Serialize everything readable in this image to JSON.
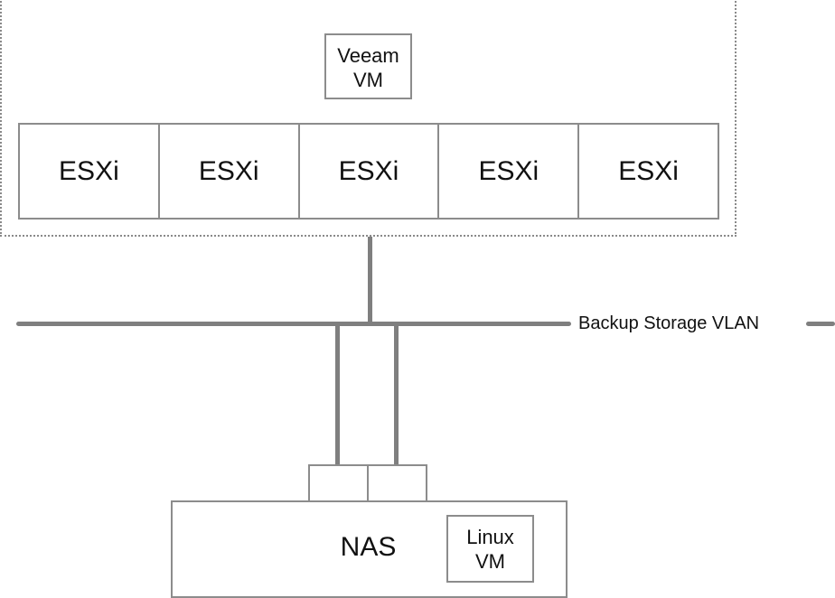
{
  "veeam_vm": {
    "label": "Veeam\nVM"
  },
  "esxi_hosts": [
    {
      "label": "ESXi"
    },
    {
      "label": "ESXi"
    },
    {
      "label": "ESXi"
    },
    {
      "label": "ESXi"
    },
    {
      "label": "ESXi"
    }
  ],
  "network": {
    "label": "Backup Storage VLAN"
  },
  "nas": {
    "label": "NAS"
  },
  "linux_vm": {
    "label": "Linux\nVM"
  },
  "colors": {
    "line": "#7f7f7f",
    "box_border": "#8c8c8c",
    "cluster_border": "#8a8a8a",
    "text": "#111111",
    "background": "#ffffff"
  }
}
